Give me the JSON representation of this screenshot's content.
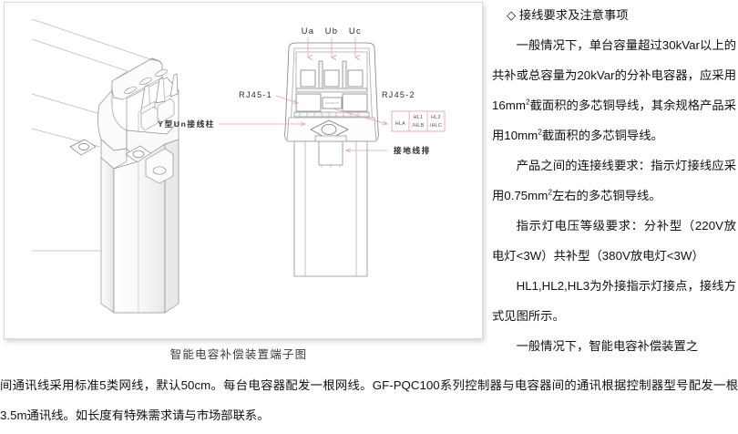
{
  "figure": {
    "caption": "智能电容补偿装置端子图",
    "labels": {
      "ua": "Ua",
      "ub": "Ub",
      "uc": "Uc",
      "rj45_1": "RJ45-1",
      "rj45_2": "RJ45-2",
      "un_post": "Y型Un接线柱",
      "ground_bar": "接地线排",
      "hl_table": [
        "HLA",
        "HL1/HLB",
        "HL2/HLC"
      ],
      "hl_table_cells": [
        {
          "top": "",
          "bottom": "HLA"
        },
        {
          "top": "HL1",
          "bottom": "/HLB"
        },
        {
          "top": "HL2",
          "bottom": "/HLC"
        }
      ]
    },
    "colors": {
      "annotation": "#f3b0b0",
      "outline": "#6f6f6f",
      "fill_light": "#fbfbfb",
      "fill_shadow": "#efefef",
      "frame_border": "#d8d8d8"
    }
  },
  "right_column": {
    "heading_bullet": "◇",
    "heading": "接线要求及注意事项",
    "paragraphs": [
      {
        "id": "p-wire-gauge",
        "runs": [
          {
            "t": "一般情况下，单台容量超过30kVar以上的共补或总容量为20kVar的分补电容器，应采用16mm"
          },
          {
            "t": "2",
            "sup": true
          },
          {
            "t": "截面积的多芯铜导线，其余规格产品采用10mm"
          },
          {
            "t": "2",
            "sup": true
          },
          {
            "t": "截面积的多芯铜导线。"
          }
        ]
      },
      {
        "id": "p-interconnect",
        "runs": [
          {
            "t": "产品之间的连接线要求：指示灯接线应采用0.75mm"
          },
          {
            "t": "2",
            "sup": true
          },
          {
            "t": "左右的多芯铜导线。"
          }
        ]
      },
      {
        "id": "p-lamp-voltage",
        "runs": [
          {
            "t": "指示灯电压等级要求：分补型（220V放电灯<3W）共补型（380V放电灯<3W）"
          }
        ]
      },
      {
        "id": "p-hl-points",
        "runs": [
          {
            "t": "HL1,HL2,HL3为外接指示灯接点，接线方式见图所示。"
          }
        ]
      }
    ]
  },
  "bottom_text": {
    "id": "p-comm-cable",
    "runs": [
      {
        "t": "一般情况下，智能电容补偿装置之间通讯线采用标准5类网线，默认50cm。每台电容器配发一根网线。GF-PQC100系列控制器与电容器间的通讯根据控制器型号配发一根3.5m通讯线。如长度有特殊需求请与市场部联系。"
      }
    ]
  }
}
